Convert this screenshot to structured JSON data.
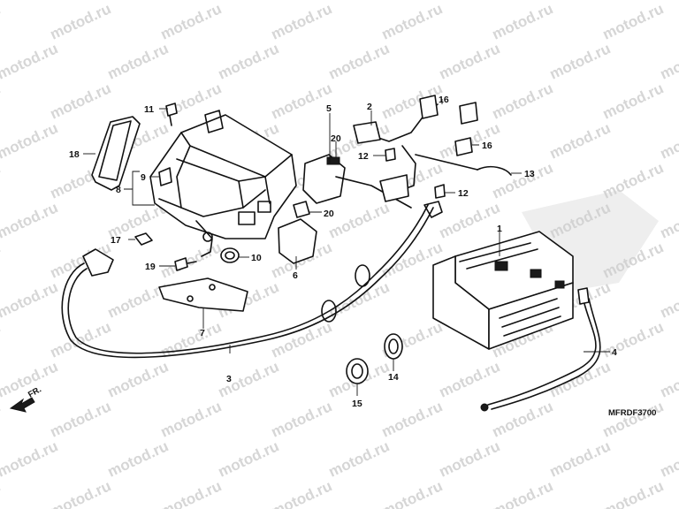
{
  "watermark_text": "motod.ru",
  "diagram_code": "MFRDF3700",
  "front_marker": "FR.",
  "callouts": [
    "1",
    "2",
    "3",
    "4",
    "5",
    "6",
    "7",
    "8",
    "9",
    "10",
    "11",
    "12",
    "13",
    "14",
    "15",
    "16",
    "17",
    "18",
    "19",
    "20"
  ],
  "colors": {
    "line": "#111111",
    "watermark": "#d6d6d6",
    "background": "#ffffff"
  }
}
